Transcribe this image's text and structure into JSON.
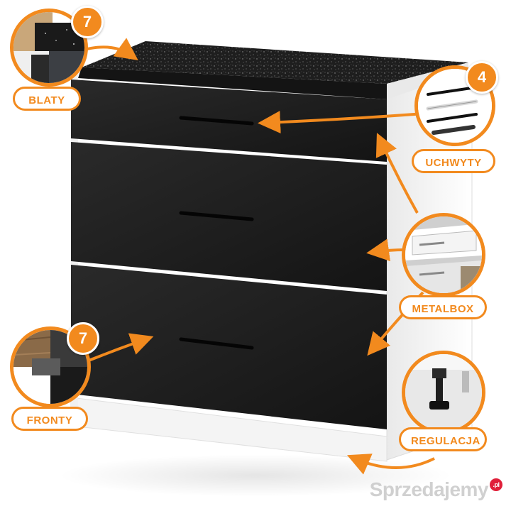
{
  "callouts": {
    "blaty": {
      "label": "BLATY",
      "count": "7"
    },
    "uchwyty": {
      "label": "UCHWYTY",
      "count": "4"
    },
    "metalbox": {
      "label": "METALBOX"
    },
    "fronty": {
      "label": "FRONTY",
      "count": "7"
    },
    "regulacja": {
      "label": "REGULACJA"
    }
  },
  "watermark": {
    "text": "Sprzedajemy",
    "suffix": ".pl"
  },
  "colors": {
    "accent": "#f28a1e",
    "front": "#1c1c1c",
    "carcass": "#ffffff",
    "countertop": "#222222"
  },
  "icons": {
    "arrow": "orange-arrow-icon"
  }
}
